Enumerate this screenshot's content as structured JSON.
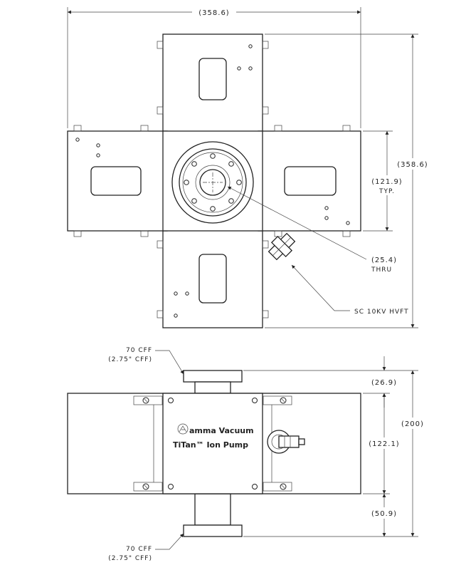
{
  "top_view": {
    "overall_width": "(358.6)",
    "overall_height": "(358.6)",
    "arm_width": "(121.9)",
    "arm_width_note": "TYP.",
    "port_diameter": "(25.4)",
    "port_note": "THRU",
    "feedthrough_callout": "SC 10KV HVFT"
  },
  "side_view": {
    "flange_top_label_1": "70 CFF",
    "flange_top_label_2": "(2.75\" CFF)",
    "flange_bottom_label_1": "70 CFF",
    "flange_bottom_label_2": "(2.75\" CFF)",
    "dim_flange_top": "(26.9)",
    "dim_body": "(122.1)",
    "dim_flange_bottom": "(50.9)",
    "dim_total": "(200)",
    "brand_line_1": "amma Vacuum",
    "brand_line_2": "TiTan™ Ion Pump"
  }
}
